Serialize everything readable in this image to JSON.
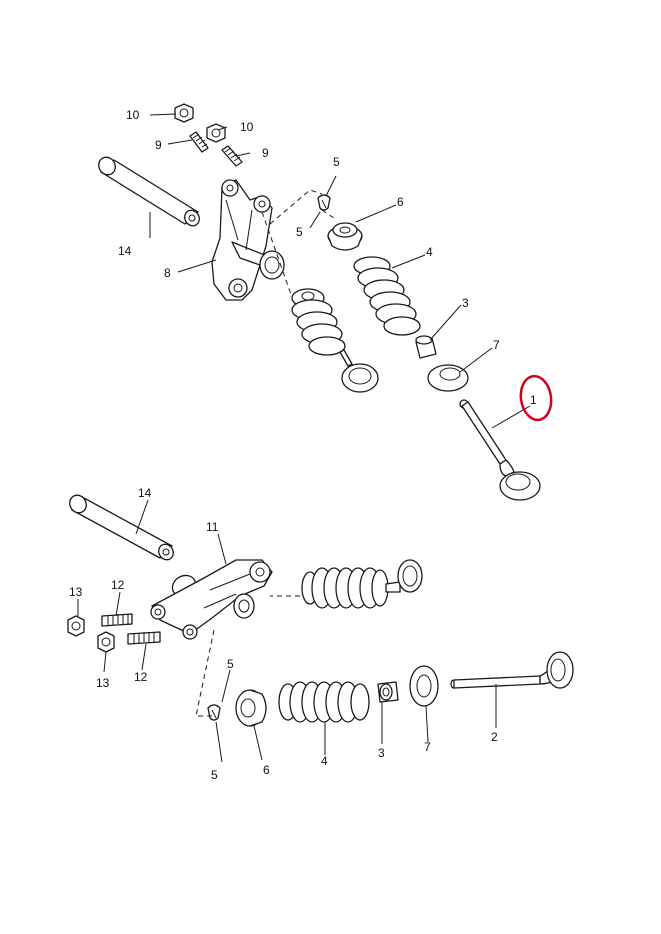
{
  "diagram": {
    "highlight_color": "#d0021b",
    "callouts_top": {
      "c10a": "10",
      "c10b": "10",
      "c9a": "9",
      "c9b": "9",
      "c5a": "5",
      "c5b": "5",
      "c6": "6",
      "c4": "4",
      "c14": "14",
      "c8": "8",
      "c3": "3",
      "c7": "7",
      "c1": "1"
    },
    "callouts_bottom": {
      "c14": "14",
      "c11": "11",
      "c13a": "13",
      "c12a": "12",
      "c13b": "13",
      "c12b": "12",
      "c5a": "5",
      "c5b": "5",
      "c6": "6",
      "c4": "4",
      "c3": "3",
      "c7": "7",
      "c2": "2"
    }
  }
}
